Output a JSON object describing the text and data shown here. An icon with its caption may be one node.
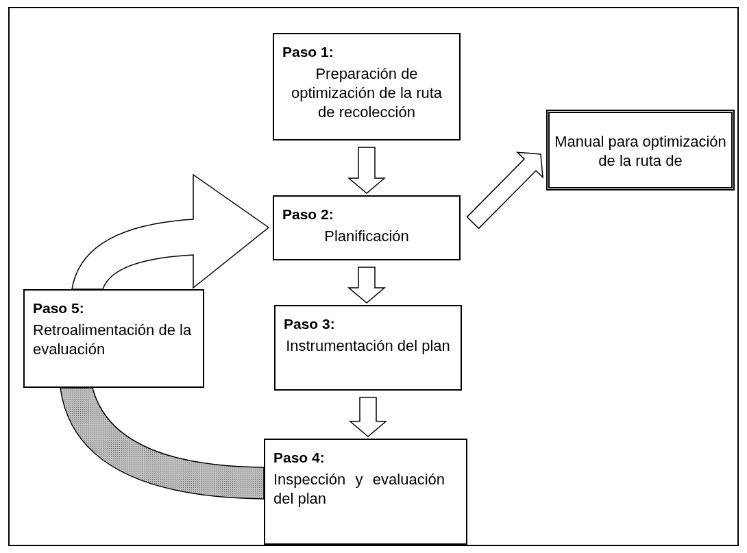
{
  "diagram": {
    "nodes": [
      {
        "text": [
          "Paso 1:",
          "Preparación de optimización de la ruta de recolección"
        ]
      },
      {
        "text": [
          "Manual para optimización de la ruta de"
        ]
      },
      {
        "text": [
          "Paso 2:",
          "Planificación"
        ]
      },
      {
        "text": [
          "Paso 5:",
          "Retroalimentación de la evaluación"
        ]
      },
      {
        "text": [
          "Paso 3:",
          "Instrumentación del plan"
        ]
      },
      {
        "text": [
          "Paso 4:",
          "Inspección y evaluación del plan"
        ]
      }
    ],
    "edges": [
      {
        "from": 0,
        "to": 2,
        "arrow": "to"
      },
      {
        "from": 2,
        "to": 1,
        "arrow": "to"
      },
      {
        "from": 2,
        "to": 4,
        "arrow": "to"
      },
      {
        "from": 4,
        "to": 5,
        "arrow": "to"
      },
      {
        "from": 5,
        "to": 3,
        "arrow": "none",
        "color": "#bdbdbd"
      },
      {
        "from": 3,
        "to": 2,
        "arrow": "to"
      }
    ]
  }
}
